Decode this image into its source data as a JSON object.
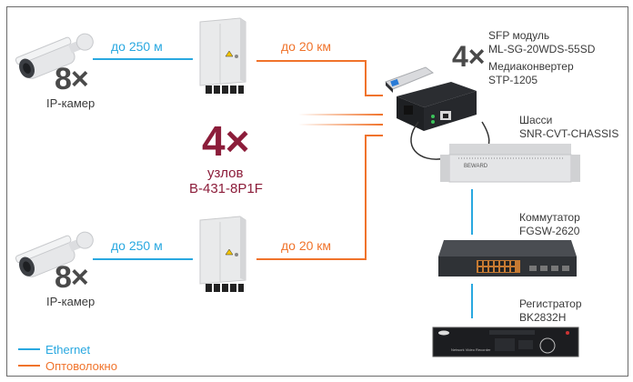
{
  "colors": {
    "ethernet": "#29a8e0",
    "fiber": "#f0732b",
    "accent": "#8c1d3a",
    "text": "#3a3a3a"
  },
  "top_branch": {
    "camera_count": "8×",
    "camera_label": "IP-камер",
    "ethernet_distance": "до 250 м",
    "fiber_distance": "до 20 км"
  },
  "bottom_branch": {
    "camera_count": "8×",
    "camera_label": "IP-камер",
    "ethernet_distance": "до 250 м",
    "fiber_distance": "до 20 км"
  },
  "nodes": {
    "count": "4×",
    "label": "узлов",
    "model": "B-431-8P1F"
  },
  "converter": {
    "count": "4×",
    "sfp_label": "SFP модуль",
    "sfp_model": "ML-SG-20WDS-55SD",
    "mc_label": "Медиаконвертер",
    "mc_model": "STP-1205"
  },
  "chassis": {
    "label": "Шасси",
    "model": "SNR-CVT-CHASSIS",
    "brand": "BEWARD"
  },
  "switch": {
    "label": "Коммутатор",
    "model": "FGSW-2620"
  },
  "recorder": {
    "label": "Регистратор",
    "model": "BK2832H",
    "caption": "Network Video Recorder"
  },
  "legend": {
    "items": [
      {
        "label": "Ethernet",
        "type": "ethernet"
      },
      {
        "label": "Оптоволокно",
        "type": "fiber"
      }
    ]
  }
}
